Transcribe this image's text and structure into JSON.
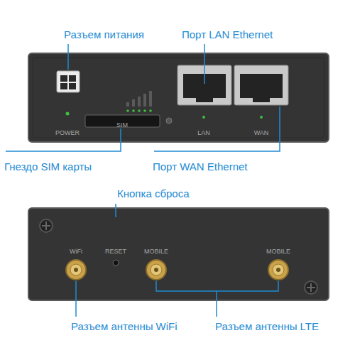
{
  "diagram": {
    "labels": [
      "Разъем питания",
      "Порт LAN Ethernet",
      "POWER",
      "SIM",
      "LAN",
      "WAN",
      "Гнездо SIM карты",
      "Порт WAN Ethernet",
      "Кнопка сброса",
      "WiFi",
      "RESET",
      "MOBILE",
      "MOBILE",
      "Разъем антенны WiFi",
      "Разъем антенны LTE"
    ]
  }
}
